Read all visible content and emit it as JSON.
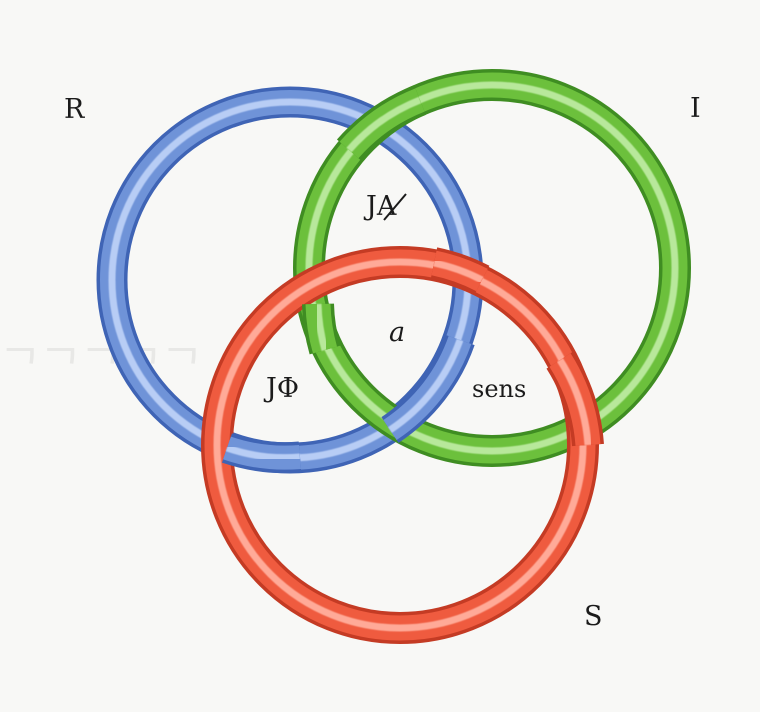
{
  "rings": [
    {
      "name": "R",
      "color": "#6f93d8",
      "dark": "#3f64b5",
      "light": "#b8cdf5"
    },
    {
      "name": "I",
      "color": "#6cc03c",
      "dark": "#3f8d22",
      "light": "#b8e89b"
    },
    {
      "name": "S",
      "color": "#ef5b3f",
      "dark": "#c43b24",
      "light": "#ffaa98"
    }
  ],
  "labels": {
    "r": "R",
    "i": "I",
    "s": "S",
    "ja_barred": "JA",
    "center": "a",
    "jphi": "JΦ",
    "sens": "sens"
  }
}
